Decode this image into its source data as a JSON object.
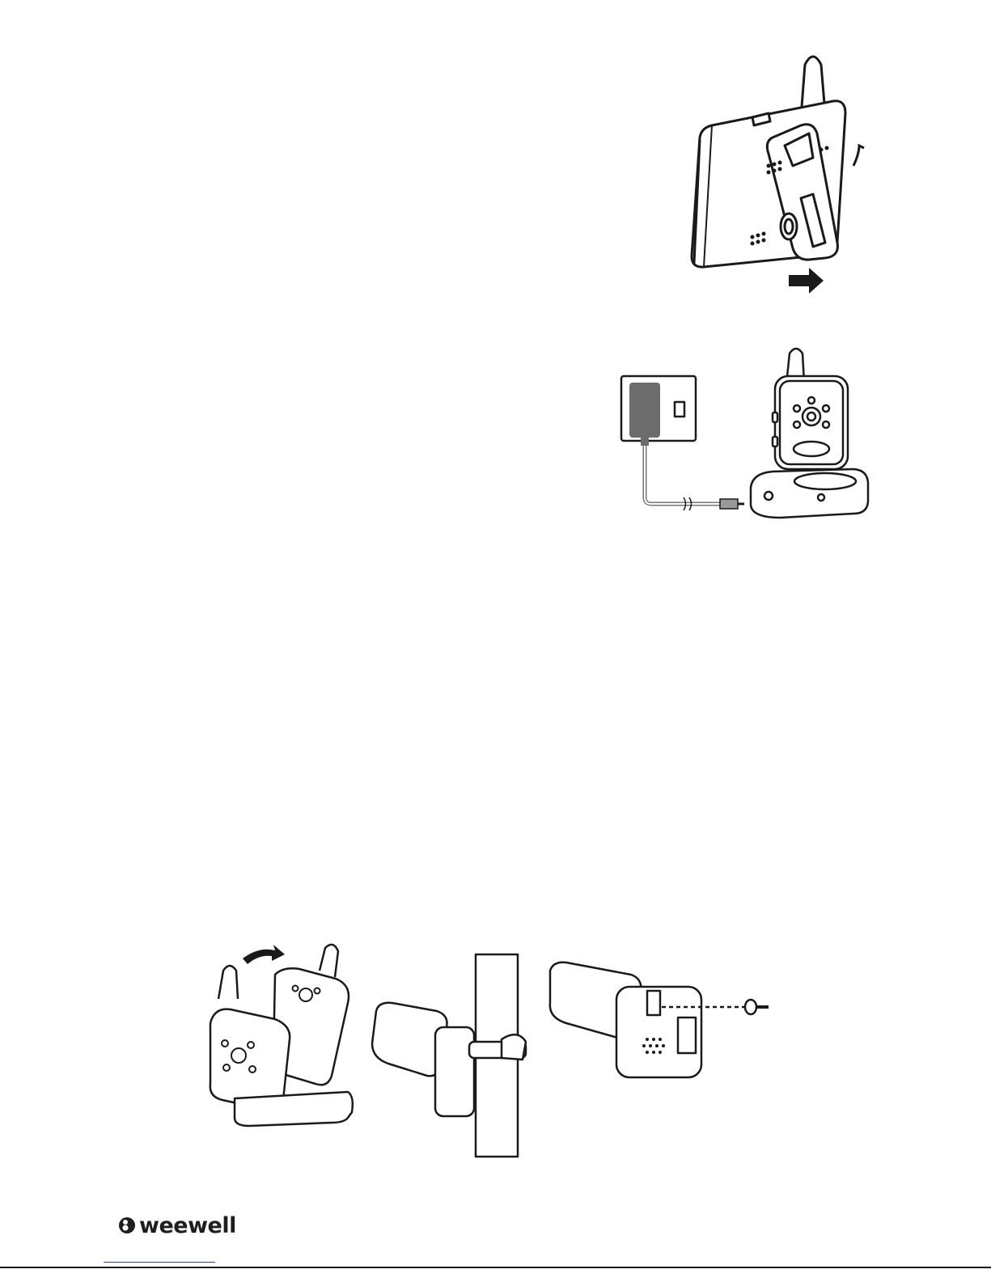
{
  "brand": {
    "name": "weewell",
    "logo_icon": "weewell-dot-logo"
  },
  "figures": [
    {
      "id": "monitor-stand",
      "description_icon": "monitor-back-stand-illustration"
    },
    {
      "id": "camera-power",
      "description_icon": "camera-adapter-illustration"
    },
    {
      "id": "mounting",
      "description_icon": "camera-mounting-illustration"
    }
  ],
  "colors": {
    "line": "#1a1a1a",
    "adapter_fill": "#6d6d6d",
    "link": "#2a3ccf"
  }
}
